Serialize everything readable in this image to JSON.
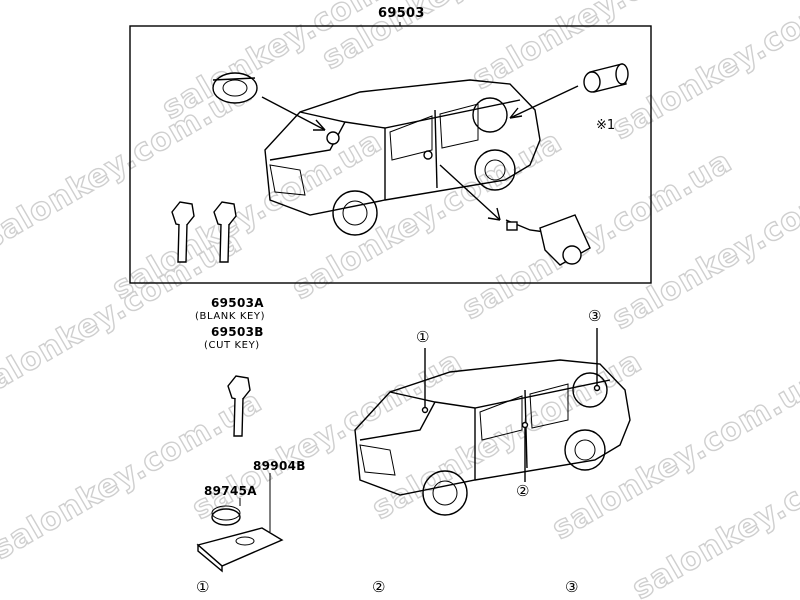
{
  "assembly_number": "69503",
  "footnote_marker": "※1",
  "key_part": {
    "blank_number": "69503A",
    "blank_desc": "(BLANK KEY)",
    "cut_number": "69503B",
    "cut_desc": "(CUT KEY)"
  },
  "fob_part": {
    "transmitter_number": "89904B",
    "battery_number": "89745A"
  },
  "callouts": [
    "①",
    "②",
    "③"
  ],
  "bottom_numbers": [
    "①",
    "②",
    "③"
  ],
  "watermark": "salonkey.com.ua"
}
